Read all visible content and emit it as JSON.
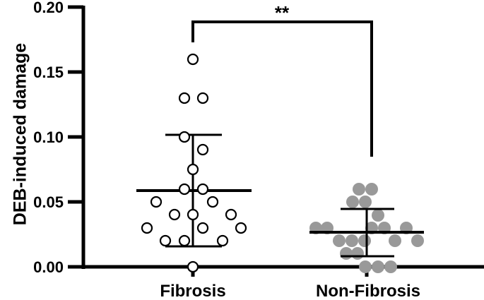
{
  "chart_data": {
    "type": "scatter",
    "subtype": "dot-plot-with-mean-sd",
    "title": "",
    "xlabel": "",
    "ylabel": "DEB-induced damage",
    "ylim": [
      0,
      0.2
    ],
    "yticks": [
      "0.00",
      "0.05",
      "0.10",
      "0.15",
      "0.20"
    ],
    "categories": [
      "Fibrosis",
      "Non-Fibrosis"
    ],
    "grid": false,
    "legend": null,
    "series": [
      {
        "name": "Fibrosis",
        "marker": "open-circle",
        "color": "#000000",
        "values": [
          0.16,
          0.13,
          0.13,
          0.1,
          0.09,
          0.075,
          0.06,
          0.06,
          0.05,
          0.05,
          0.04,
          0.04,
          0.04,
          0.03,
          0.03,
          0.03,
          0.02,
          0.02,
          0.02,
          0.0
        ],
        "mean": 0.059,
        "sd_upper": 0.102,
        "sd_lower": 0.016
      },
      {
        "name": "Non-Fibrosis",
        "marker": "filled-circle",
        "color": "#999999",
        "values": [
          0.06,
          0.06,
          0.05,
          0.05,
          0.04,
          0.03,
          0.03,
          0.03,
          0.03,
          0.03,
          0.02,
          0.02,
          0.02,
          0.02,
          0.02,
          0.01,
          0.01,
          0.0,
          0.0,
          0.0
        ],
        "mean": 0.027,
        "sd_upper": 0.045,
        "sd_lower": 0.008
      }
    ],
    "annotations": [
      {
        "type": "significance-bracket",
        "between": [
          "Fibrosis",
          "Non-Fibrosis"
        ],
        "label": "**"
      }
    ]
  },
  "labels": {
    "ylabel": "DEB-induced damage",
    "significance": "**",
    "cat0": "Fibrosis",
    "cat1": "Non-Fibrosis",
    "yticks": [
      "0.00",
      "0.05",
      "0.10",
      "0.15",
      "0.20"
    ]
  },
  "points": {
    "fibrosis": [
      [
        273,
        84
      ],
      [
        261,
        139
      ],
      [
        287,
        139
      ],
      [
        261,
        194
      ],
      [
        287,
        212
      ],
      [
        273,
        240
      ],
      [
        261,
        268
      ],
      [
        287,
        268
      ],
      [
        221,
        286
      ],
      [
        301,
        286
      ],
      [
        247,
        304
      ],
      [
        273,
        304
      ],
      [
        327,
        304
      ],
      [
        208,
        323
      ],
      [
        287,
        323
      ],
      [
        341,
        323
      ],
      [
        234,
        341
      ],
      [
        261,
        341
      ],
      [
        315,
        341
      ],
      [
        273,
        378
      ]
    ],
    "nonfibrosis": [
      [
        508,
        268
      ],
      [
        526,
        268
      ],
      [
        499,
        286
      ],
      [
        517,
        286
      ],
      [
        535,
        305
      ],
      [
        447,
        323
      ],
      [
        463,
        323
      ],
      [
        526,
        323
      ],
      [
        544,
        323
      ],
      [
        575,
        323
      ],
      [
        480,
        341
      ],
      [
        498,
        341
      ],
      [
        516,
        341
      ],
      [
        559,
        341
      ],
      [
        591,
        341
      ],
      [
        490,
        359
      ],
      [
        506,
        359
      ],
      [
        517,
        378
      ],
      [
        535,
        378
      ],
      [
        553,
        378
      ]
    ]
  },
  "colors": {
    "axis": "#000000",
    "fibrosis_marker_stroke": "#000000",
    "fibrosis_marker_fill": "#ffffff",
    "nonfibrosis_marker_fill": "#999999"
  }
}
